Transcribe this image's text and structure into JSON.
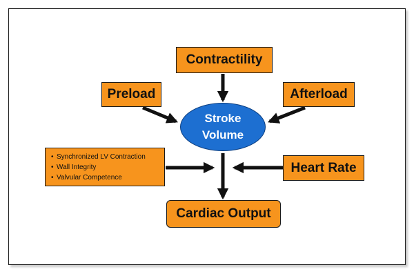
{
  "diagram": {
    "center": {
      "line1": "Stroke",
      "line2": "Volume"
    },
    "inputs": {
      "contractility": "Contractility",
      "preload": "Preload",
      "afterload": "Afterload",
      "heart_rate": "Heart Rate"
    },
    "factors": [
      "Synchronized LV Contraction",
      "Wall Integrity",
      "Valvular Competence"
    ],
    "output": "Cardiac Output"
  },
  "colors": {
    "box_fill": "#f7941d",
    "ellipse_fill": "#1d6fd1",
    "arrow": "#111111"
  }
}
